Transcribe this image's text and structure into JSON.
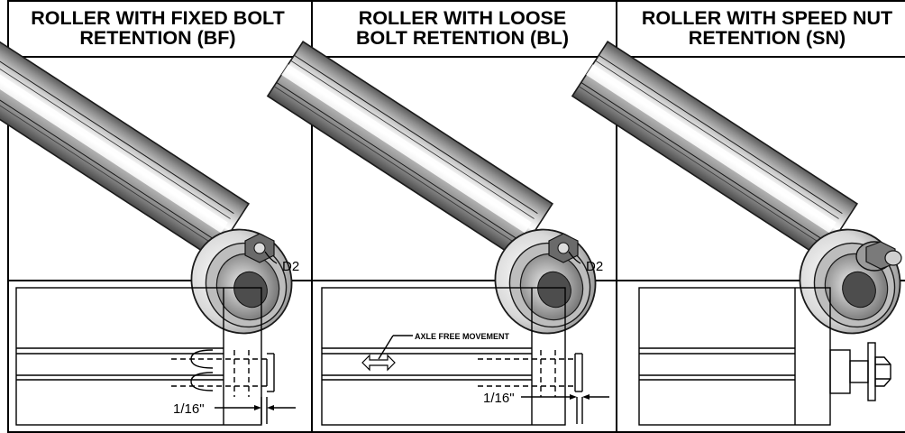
{
  "columns": [
    {
      "header_line1": "ROLLER WITH FIXED BOLT",
      "header_line2": "RETENTION (BF)",
      "iso_callout": "D2",
      "section_dim": "1/16\""
    },
    {
      "header_line1": "ROLLER WITH LOOSE",
      "header_line2": "BOLT RETENTION (BL)",
      "iso_callout": "D2",
      "section_note": "AXLE FREE MOVEMENT",
      "section_dim": "1/16\""
    },
    {
      "header_line1": "ROLLER WITH SPEED NUT",
      "header_line2": "RETENTION (SN)"
    }
  ]
}
